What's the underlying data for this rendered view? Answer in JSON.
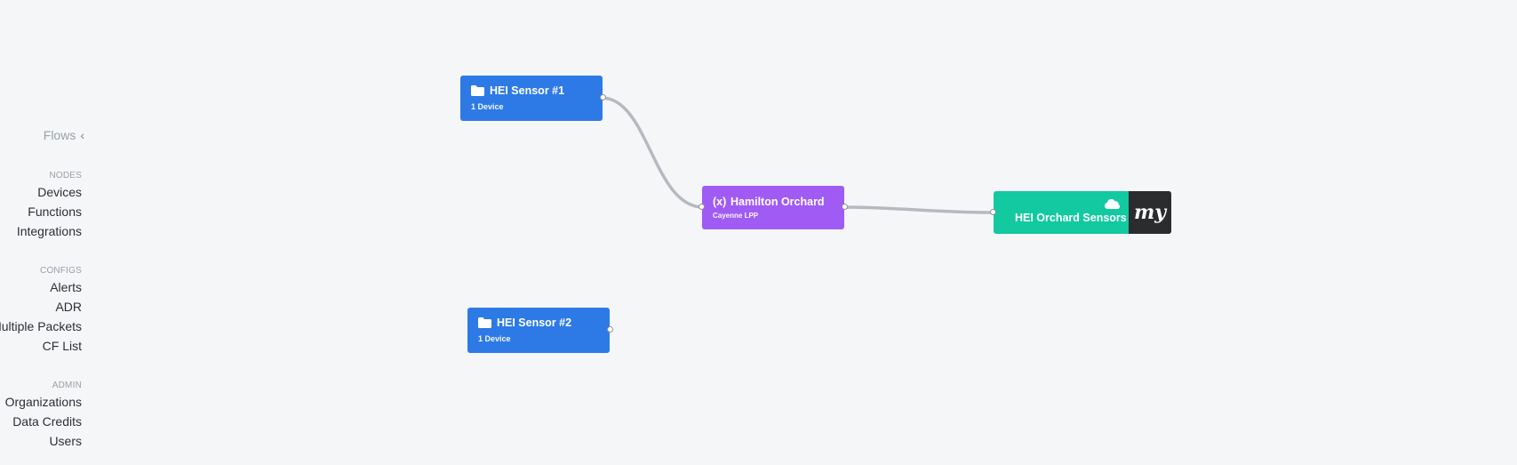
{
  "sidebar": {
    "flows_label": "Flows",
    "sections": {
      "nodes": "NODES",
      "configs": "CONFIGS",
      "admin": "ADMIN"
    },
    "items": {
      "devices": "Devices",
      "functions": "Functions",
      "integrations": "Integrations",
      "alerts": "Alerts",
      "adr": "ADR",
      "multiple_packets": "Multiple Packets",
      "cf_list": "CF List",
      "organizations": "Organizations",
      "data_credits": "Data Credits",
      "users": "Users"
    }
  },
  "nodes": {
    "sensor1": {
      "title": "HEI Sensor #1",
      "subtitle": "1 Device"
    },
    "sensor2": {
      "title": "HEI Sensor #2",
      "subtitle": "1 Device"
    },
    "function": {
      "icon_text": "(x)",
      "title": "Hamilton Orchard",
      "subtitle": "Cayenne LPP"
    },
    "integration": {
      "title": "HEI Orchard Sensors",
      "badge": "my"
    }
  },
  "colors": {
    "device": "#2d7ae6",
    "function": "#a05bf5",
    "integration": "#12c9a0",
    "edge": "#b6b9bf"
  },
  "icons": {
    "flows_toggle": "chevron-left-icon",
    "device_node": "folder-icon",
    "integration_node": "cloud-icon"
  }
}
